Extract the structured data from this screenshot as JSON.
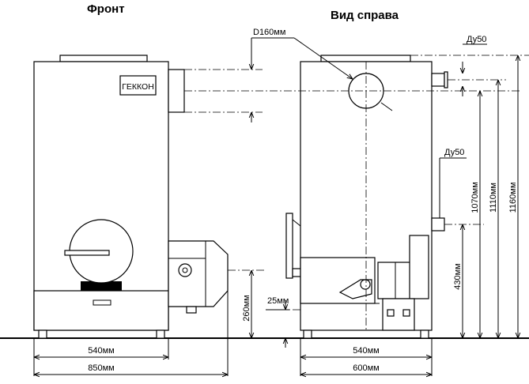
{
  "views": {
    "front": {
      "title": "Фронт",
      "brand": "ГЕККОН"
    },
    "side": {
      "title": "Вид справа"
    }
  },
  "dimensions": {
    "flue_diameter": "D160мм",
    "pipe_top": "Ду50",
    "pipe_middle": "Ду50",
    "height_total": "1160мм",
    "height_top_pipe": "1110мм",
    "height_mid_pipe": "1070мм",
    "height_lower": "430мм",
    "front_burner_height": "260мм",
    "side_gap": "25мм",
    "front_width_body": "540мм",
    "front_width_total": "850мм",
    "side_width_body": "540мм",
    "side_width_total": "600мм"
  }
}
